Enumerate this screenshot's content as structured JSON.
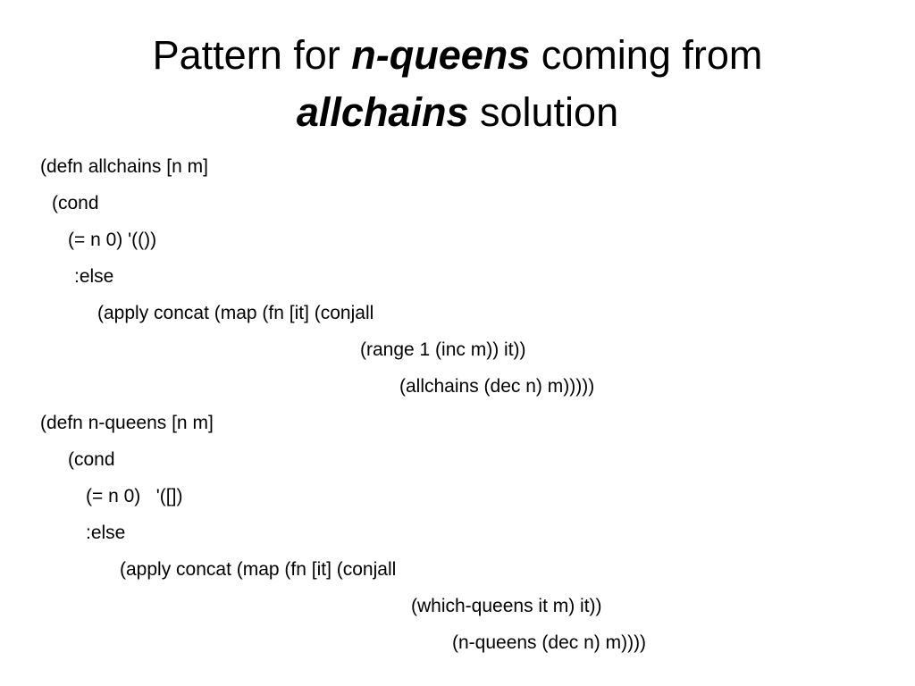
{
  "title": {
    "line1": {
      "pre": "Pattern for ",
      "em": "n-queens",
      "post": " coming from"
    },
    "line2": {
      "em": "allchains",
      "post": " solution"
    }
  },
  "code_lines": [
    "(defn allchains [n m]",
    "(cond",
    "(= n 0) '(())",
    ":else",
    "(apply concat (map (fn [it] (conjall",
    "(range 1 (inc m)) it))",
    "(allchains (dec n) m)))))",
    "(defn n-queens [n m]",
    "(cond",
    "(= n 0)   '([])",
    ":else",
    "(apply concat (map (fn [it] (conjall",
    "(which-queens it m) it))",
    "(n-queens (dec n) m))))"
  ]
}
